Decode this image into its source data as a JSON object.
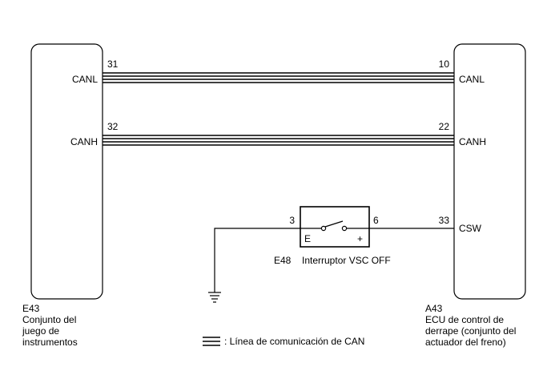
{
  "left_ecu": {
    "code": "E43",
    "name_lines": [
      "Conjunto del",
      "juego de",
      "instrumentos"
    ],
    "terminals": [
      {
        "pin": "31",
        "signal": "CANL"
      },
      {
        "pin": "32",
        "signal": "CANH"
      }
    ]
  },
  "right_ecu": {
    "code": "A43",
    "name_lines": [
      "ECU de control de",
      "derrape (conjunto del",
      "actuador del freno)"
    ],
    "terminals": [
      {
        "pin": "10",
        "signal": "CANL"
      },
      {
        "pin": "22",
        "signal": "CANH"
      },
      {
        "pin": "33",
        "signal": "CSW"
      }
    ]
  },
  "switch": {
    "code": "E48",
    "name": "Interruptor VSC OFF",
    "pin_left": "3",
    "pin_right": "6",
    "term_left": "E",
    "term_right": "+"
  },
  "legend": {
    "text": ": Línea de comunicación de CAN"
  }
}
